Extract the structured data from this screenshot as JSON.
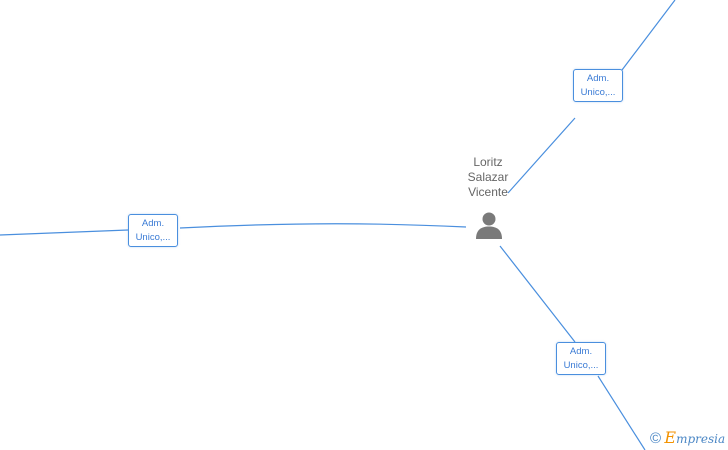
{
  "person": {
    "name_lines": [
      "Loritz",
      "Salazar",
      "Vicente"
    ]
  },
  "roles": [
    {
      "line1": "Adm.",
      "line2": "Unico,..."
    },
    {
      "line1": "Adm.",
      "line2": "Unico,..."
    },
    {
      "line1": "Adm.",
      "line2": "Unico,..."
    }
  ],
  "watermark": {
    "symbol": "©",
    "brand_initial": "E",
    "brand_rest": "mpresia"
  },
  "colors": {
    "edge": "#4a8fde",
    "role_text": "#3a7bd5",
    "person_icon": "#7a7a7a",
    "brand_initial": "#f39200"
  }
}
